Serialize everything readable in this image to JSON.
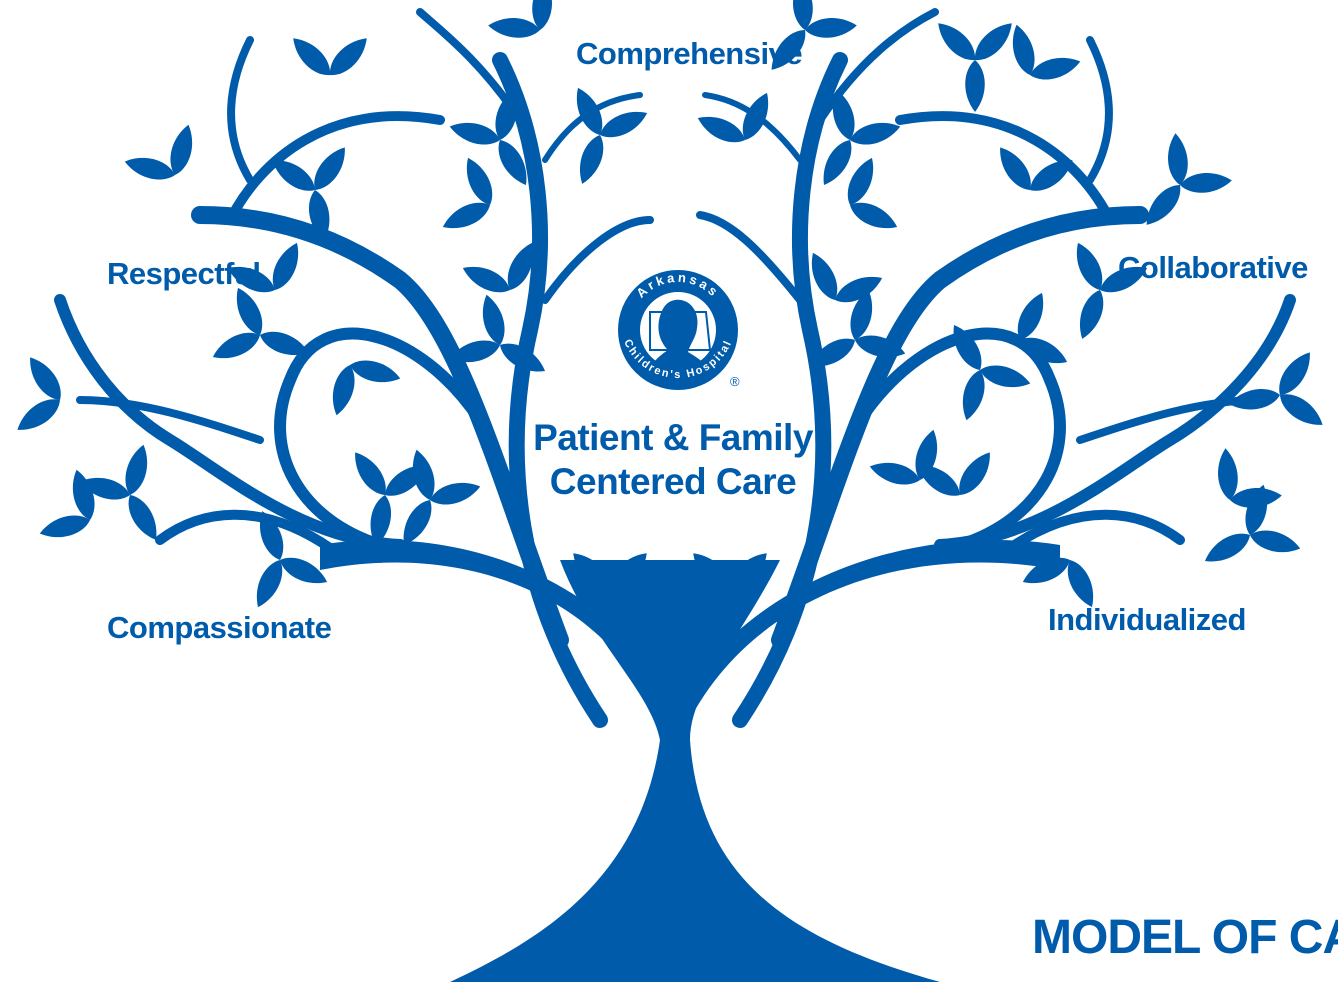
{
  "values": {
    "comprehensive": "Comprehensive",
    "respectful": "Respectful",
    "collaborative": "Collaborative",
    "compassionate": "Compassionate",
    "individualized": "Individualized"
  },
  "center": {
    "line1": "Patient & Family",
    "line2": "Centered Care"
  },
  "logo": {
    "top_text": "Arkansas",
    "bottom_text": "Children's Hospital",
    "registered_mark": "®"
  },
  "footer": {
    "title": "MODEL OF CA"
  },
  "colors": {
    "brand_blue": "#005bab",
    "background": "#ffffff"
  }
}
